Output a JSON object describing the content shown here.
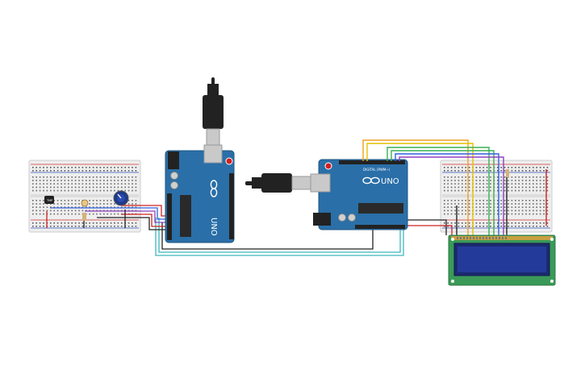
{
  "board_left": {
    "brand": "UNO",
    "logo": "arduino-infinity-logo"
  },
  "board_right": {
    "brand": "UNO",
    "header_label": "DIGITAL (PWM~)",
    "logo": "arduino-infinity-logo"
  },
  "colors": {
    "board": "#2a6fa8",
    "board_dark": "#1e557f",
    "breadboard": "#eeeeee",
    "lcd_pcb": "#3a9a58",
    "lcd_screen": "#1f2f7a",
    "usb_plug": "#222222",
    "usb_metal": "#c9c9c9",
    "wire_orange": "#f0a020",
    "wire_yellow": "#e6c000",
    "wire_green": "#38b050",
    "wire_blue": "#3060e0",
    "wire_purple": "#9040c0",
    "wire_teal": "#3cb7bf",
    "wire_black": "#222222",
    "wire_red": "#d02020"
  },
  "components": [
    "temperature-sensor",
    "photoresistor",
    "potentiometer",
    "resistor",
    "lcd-16x2"
  ],
  "icons": [
    "usb-cable",
    "reset-button",
    "power-jack"
  ]
}
